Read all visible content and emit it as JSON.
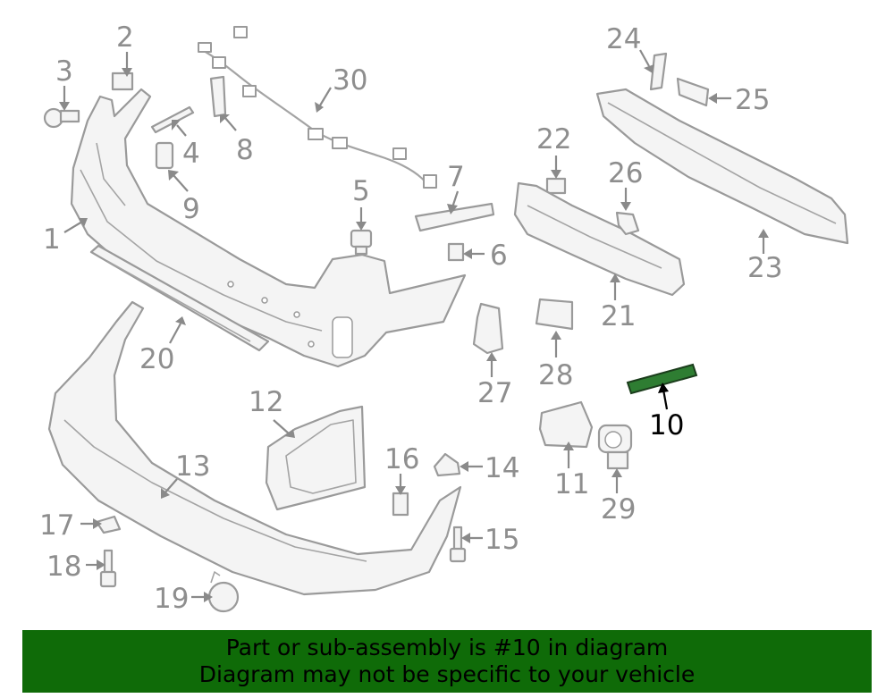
{
  "diagram": {
    "highlighted_part": "10",
    "highlight_color": "#2e7d32",
    "callouts": [
      "1",
      "2",
      "3",
      "4",
      "5",
      "6",
      "7",
      "8",
      "9",
      "10",
      "11",
      "12",
      "13",
      "14",
      "15",
      "16",
      "17",
      "18",
      "19",
      "20",
      "21",
      "22",
      "23",
      "24",
      "25",
      "26",
      "27",
      "28",
      "29",
      "30"
    ]
  },
  "banner": {
    "line1": "Part or sub-assembly is #10 in diagram",
    "line2": "Diagram may not be specific to your vehicle",
    "background": "#0f6b08"
  }
}
